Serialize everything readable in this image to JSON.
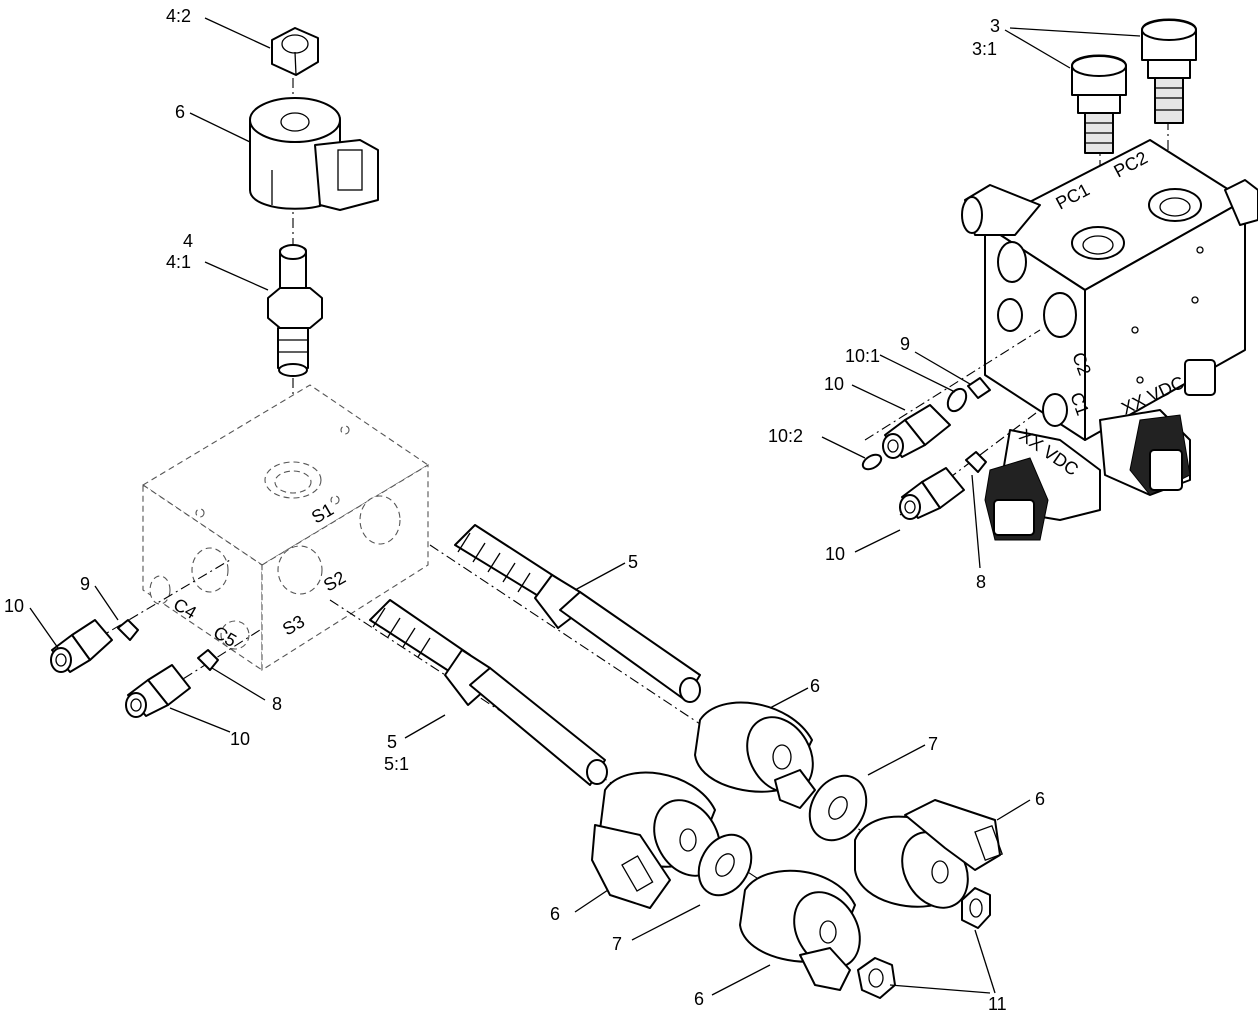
{
  "callouts": {
    "c_4_2": "4:2",
    "c_6_top": "6",
    "c_4": "4",
    "c_4_1": "4:1",
    "c_9_left": "9",
    "c_10_left": "10",
    "c_10_bottom": "10",
    "c_8_left": "8",
    "c_5": "5",
    "c_5b": "5",
    "c_5_1": "5:1",
    "c_6_mid": "6",
    "c_7_right": "7",
    "c_6_right": "6",
    "c_6_lower": "6",
    "c_7_lower": "7",
    "c_6_bottom": "6",
    "c_11": "11",
    "c_3": "3",
    "c_3_1": "3:1",
    "c_9_right": "9",
    "c_10_1": "10:1",
    "c_10_right": "10",
    "c_10_2": "10:2",
    "c_10_right_b": "10",
    "c_8_right": "8"
  },
  "block_markings": {
    "s1": "S1",
    "s2": "S2",
    "s3": "S3",
    "c4": "C4",
    "c5": "C5",
    "pc1": "PC1",
    "pc2": "PC2",
    "c1": "C1",
    "c2": "C2",
    "vdc": "XX VDC"
  }
}
